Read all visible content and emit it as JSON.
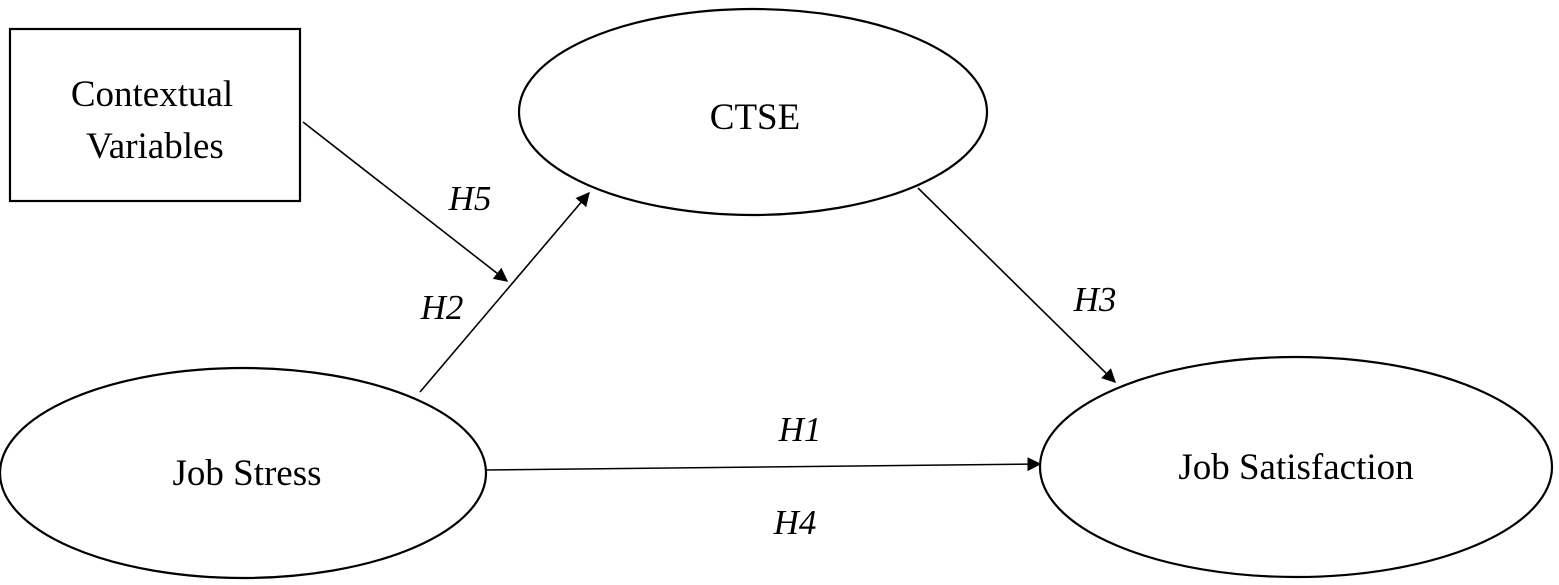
{
  "nodes": {
    "contextual_variables": {
      "line1": "Contextual",
      "line2": "Variables"
    },
    "ctse": {
      "label": "CTSE"
    },
    "job_stress": {
      "label": "Job Stress"
    },
    "job_satisfaction": {
      "label": "Job Satisfaction"
    }
  },
  "edges": {
    "h1": "H1",
    "h2": "H2",
    "h3": "H3",
    "h4": "H4",
    "h5": "H5"
  },
  "colors": {
    "stroke": "#000000",
    "background": "#ffffff"
  }
}
